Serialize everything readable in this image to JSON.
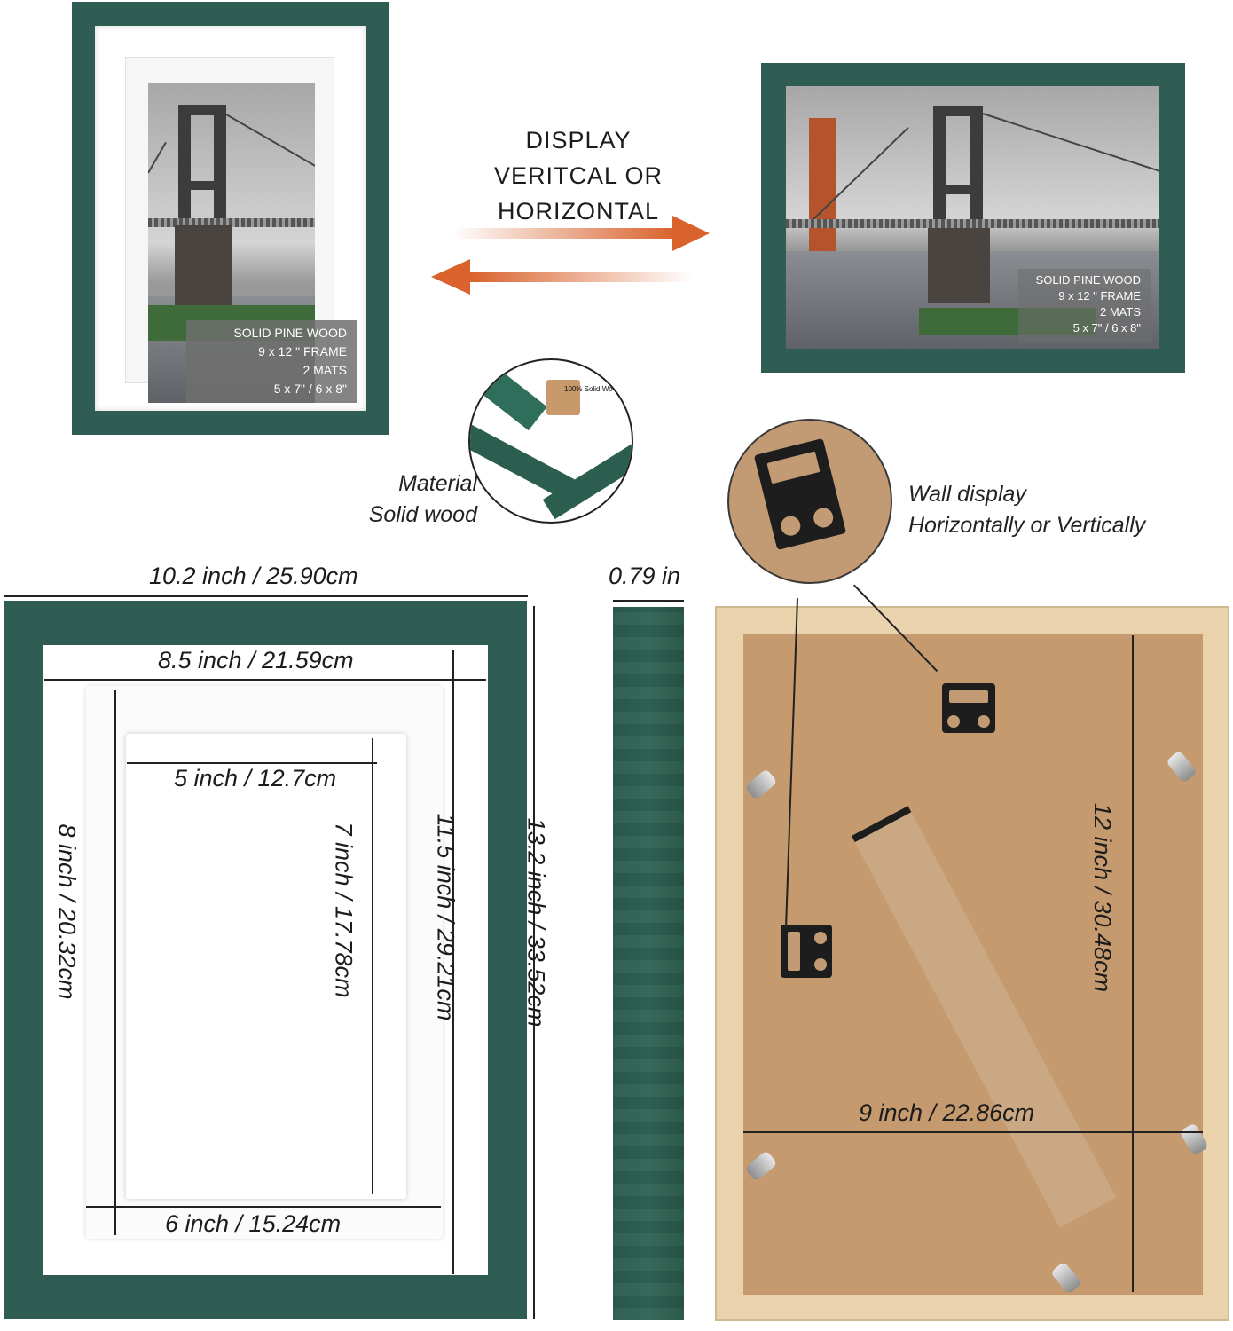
{
  "colors": {
    "frame_green": "#2f5d54",
    "arrow_orange": "#d9622d",
    "backing_brown": "#c49a6e",
    "natural_wood": "#ead3ac"
  },
  "icons": [
    "bridge-photo-icon",
    "arrow-right-icon",
    "arrow-left-icon",
    "sawtooth-hanger-icon"
  ],
  "vertical_frame": {
    "info_lines": [
      "SOLID PINE WOOD",
      "9 x 12 \" FRAME",
      "2 MATS",
      "5 x 7\" / 6 x 8\""
    ]
  },
  "horizontal_frame": {
    "info_lines": [
      "SOLID PINE WOOD",
      "9 x 12 \" FRAME",
      "2 MATS",
      "5 x 7\" / 6 x 8\""
    ]
  },
  "display": {
    "line1": "DISPLAY",
    "line2": "VERITCAL OR HORIZONTAL"
  },
  "material": {
    "line1": "Material",
    "line2": "Solid wood",
    "circle_label": "100% Solid Wo"
  },
  "wall": {
    "line1": "Wall display",
    "line2": "Horizontally or Vertically"
  },
  "dimensions": {
    "outer_width": "10.2 inch / 25.90cm",
    "inner_width": "8.5 inch / 21.59cm",
    "open5_width": "5 inch / 12.7cm",
    "mat6_width": "6 inch / 15.24cm",
    "height8": "8 inch / 20.32cm",
    "height7": "7 inch / 17.78cm",
    "height11_5": "11.5 inch / 29.21cm",
    "height13_2": "13.2 inch / 33.52cm",
    "depth": "0.79 in",
    "back_height": "12 inch / 30.48cm",
    "back_width": "9 inch / 22.86cm"
  }
}
